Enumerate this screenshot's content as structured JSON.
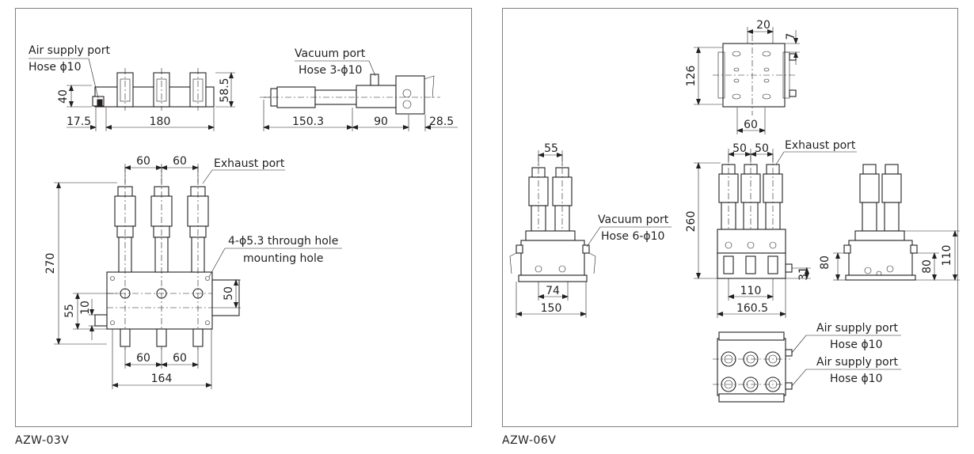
{
  "left_model": {
    "caption": "AZW-03V",
    "top_view": {
      "air_supply_label": "Air supply port",
      "air_supply_hose": "Hose ϕ10",
      "dims": {
        "h40": "40",
        "h58": "58.5",
        "w17": "17.5",
        "w180": "180"
      }
    },
    "side_view": {
      "vacuum_label": "Vacuum port",
      "vacuum_hose": "Hose 3-ϕ10",
      "dims": {
        "w150": "150.3",
        "w90": "90",
        "w28": "28.5"
      }
    },
    "front_view": {
      "exhaust_label": "Exhaust port",
      "hole_label_1": "4-ϕ5.3 through hole",
      "hole_label_2": "mounting hole",
      "dims": {
        "top60a": "60",
        "top60b": "60",
        "h270": "270",
        "h55": "55",
        "h10": "10",
        "h50": "50",
        "bot60a": "60",
        "bot60b": "60",
        "w164": "164"
      }
    }
  },
  "right_model": {
    "caption": "AZW-06V",
    "top_view": {
      "dims": {
        "w20": "20",
        "h7": "7",
        "h126": "126",
        "w60": "60"
      }
    },
    "left_view": {
      "vacuum_label": "Vacuum port",
      "vacuum_hose": "Hose 6-ϕ10",
      "dims": {
        "w55": "55",
        "w74": "74",
        "w150": "150"
      }
    },
    "front_view": {
      "exhaust_label": "Exhaust port",
      "dims": {
        "w50a": "50",
        "w50b": "50",
        "h260": "260",
        "h80": "80",
        "h31": "31",
        "w110": "110",
        "w160": "160.5"
      }
    },
    "right_view": {
      "dims": {
        "h80": "80",
        "h110": "110"
      }
    },
    "bottom_view": {
      "air1_label": "Air supply port",
      "air1_hose": "Hose ϕ10",
      "air2_label": "Air supply port",
      "air2_hose": "Hose ϕ10"
    }
  }
}
